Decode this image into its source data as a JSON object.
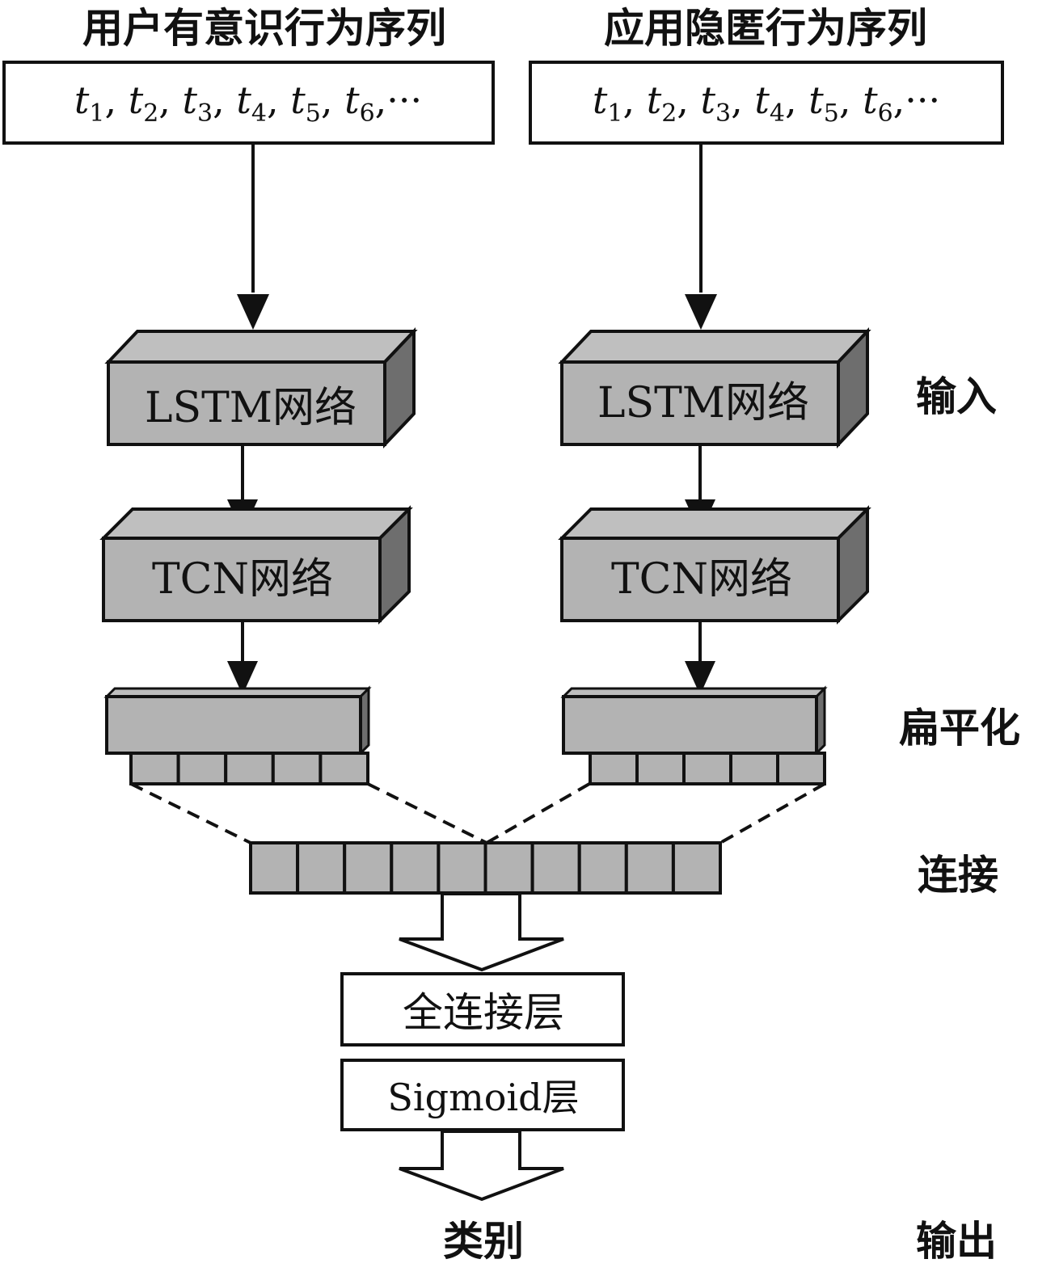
{
  "left_column": {
    "title": "用户有意识行为序列",
    "sequence": [
      {
        "var": "t",
        "sub": "1",
        "sep": ", "
      },
      {
        "var": "t",
        "sub": "2",
        "sep": ", "
      },
      {
        "var": "t",
        "sub": "3",
        "sep": ", "
      },
      {
        "var": "t",
        "sub": "4",
        "sep": ", "
      },
      {
        "var": "t",
        "sub": "5",
        "sep": ", "
      },
      {
        "var": "t",
        "sub": "6",
        "sep": ",···"
      }
    ],
    "lstm_label": "LSTM网络",
    "tcn_label": "TCN网络"
  },
  "right_column": {
    "title": "应用隐匿行为序列",
    "sequence": [
      {
        "var": "t",
        "sub": "1",
        "sep": ", "
      },
      {
        "var": "t",
        "sub": "2",
        "sep": ", "
      },
      {
        "var": "t",
        "sub": "3",
        "sep": ", "
      },
      {
        "var": "t",
        "sub": "4",
        "sep": ", "
      },
      {
        "var": "t",
        "sub": "5",
        "sep": ", "
      },
      {
        "var": "t",
        "sub": "6",
        "sep": ",···"
      }
    ],
    "lstm_label": "LSTM网络",
    "tcn_label": "TCN网络"
  },
  "side_labels": {
    "input": "输入",
    "flatten": "扁平化",
    "concat": "连接",
    "output": "输出"
  },
  "fc_layer_label": "全连接层",
  "sigmoid_layer_label": "Sigmoid层",
  "result_label": "类别",
  "colors": {
    "box_fill": "#b3b3b3",
    "box_top": "#bfbfbf",
    "box_side": "#6e6e6e",
    "stroke": "#111111"
  }
}
